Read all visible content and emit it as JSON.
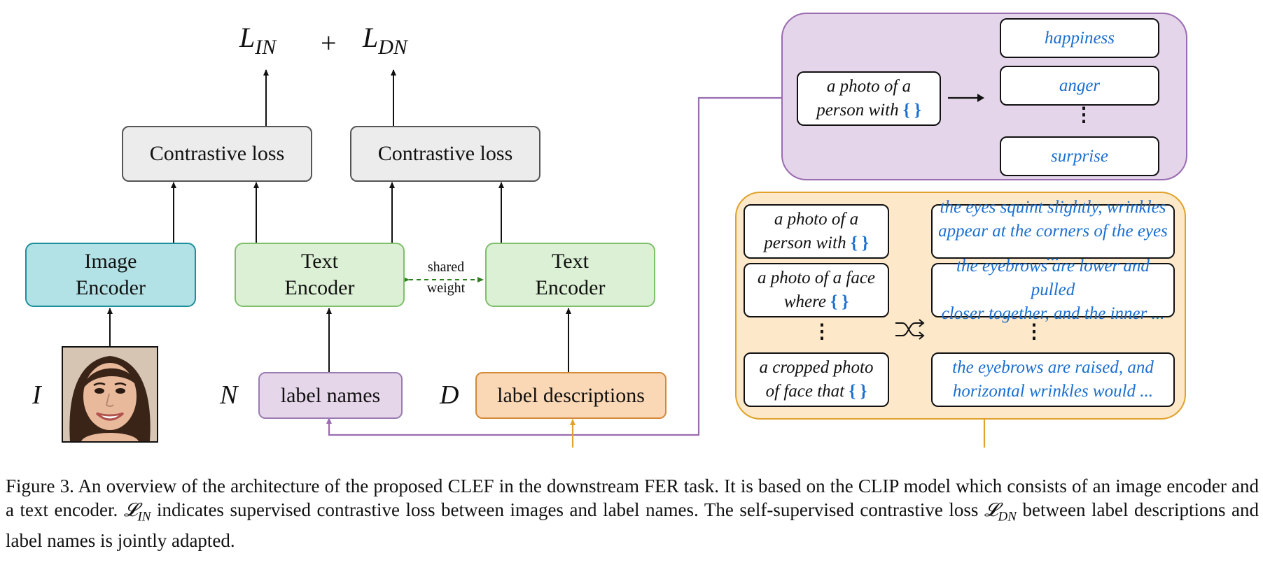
{
  "diagram": {
    "top_loss_left": {
      "main": "L",
      "sub": "IN"
    },
    "top_plus": "+",
    "top_loss_right": {
      "main": "L",
      "sub": "DN"
    },
    "contrastive_left": "Contrastive loss",
    "contrastive_right": "Contrastive loss",
    "image_encoder": [
      "Image",
      "Encoder"
    ],
    "text_encoder_left": [
      "Text",
      "Encoder"
    ],
    "text_encoder_right": [
      "Text",
      "Encoder"
    ],
    "shared_weight": [
      "shared",
      "weight"
    ],
    "var_image": "I",
    "var_names": "N",
    "var_desc": "D",
    "label_names": "label names",
    "label_descriptions": "label descriptions"
  },
  "purple_panel": {
    "template": {
      "line1": "a photo of a",
      "line2": "person with",
      "slot": "{ }"
    },
    "labels": [
      "happiness",
      "anger",
      "surprise"
    ],
    "ellipsis": "⋮"
  },
  "orange_panel": {
    "templates": [
      {
        "line1": "a photo of a",
        "line2": "person with",
        "slot": "{ }"
      },
      {
        "line1": "a photo of a face",
        "line2": "where",
        "slot": "{ }"
      },
      {
        "line1": "a cropped photo",
        "line2": "of face that",
        "slot": "{ }"
      }
    ],
    "descriptions": [
      [
        "the eyes squint slightly, wrinkles",
        "appear at the corners of the eyes ..."
      ],
      [
        "the eyebrows are lower and pulled",
        "closer together, and the inner ..."
      ],
      [
        "the eyebrows are raised, and",
        "horizontal wrinkles would ..."
      ]
    ],
    "ellipsis": "⋮",
    "shuffle_icon": "shuffle-icon"
  },
  "caption": "Figure 3. An overview of the architecture of the proposed CLEF in the downstream FER task. It is based on the CLIP model which consists of an image encoder and a text encoder. 𝓛IN indicates supervised contrastive loss between images and label names. The self-supervised contrastive loss 𝓛DN between label descriptions and label names is jointly adapted.",
  "caption_parts": {
    "p1": "Figure 3. An overview of the architecture of the proposed CLEF in the downstream FER task. It is based on the CLIP model which consists of an image encoder and a text encoder. ",
    "sym": "𝓛",
    "sub1": "IN",
    "p2": " indicates supervised contrastive loss between images and label names. The self-supervised contrastive loss ",
    "sub2": "DN",
    "p3": " between label descriptions and label names is jointly adapted."
  },
  "colors": {
    "purple": "#9a6cb0",
    "orange": "#e0a22c",
    "blue_text": "#1a6fd0",
    "shared_arrow": "#2e7d1e"
  }
}
